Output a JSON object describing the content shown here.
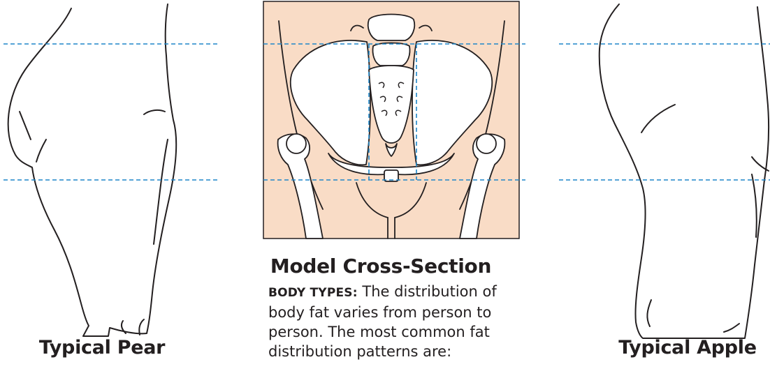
{
  "figure": {
    "pear_caption": "Typical Pear",
    "apple_caption": "Typical Apple",
    "model_caption": "Model Cross-Section",
    "description": {
      "lead": "BODY TYPES:",
      "text": "The distribution of body fat varies from person to person.  The most common fat distribution patterns are:"
    }
  },
  "colors": {
    "skin": "#f9dcc6",
    "guide_line": "#1f86c8",
    "outline": "#231f20"
  }
}
